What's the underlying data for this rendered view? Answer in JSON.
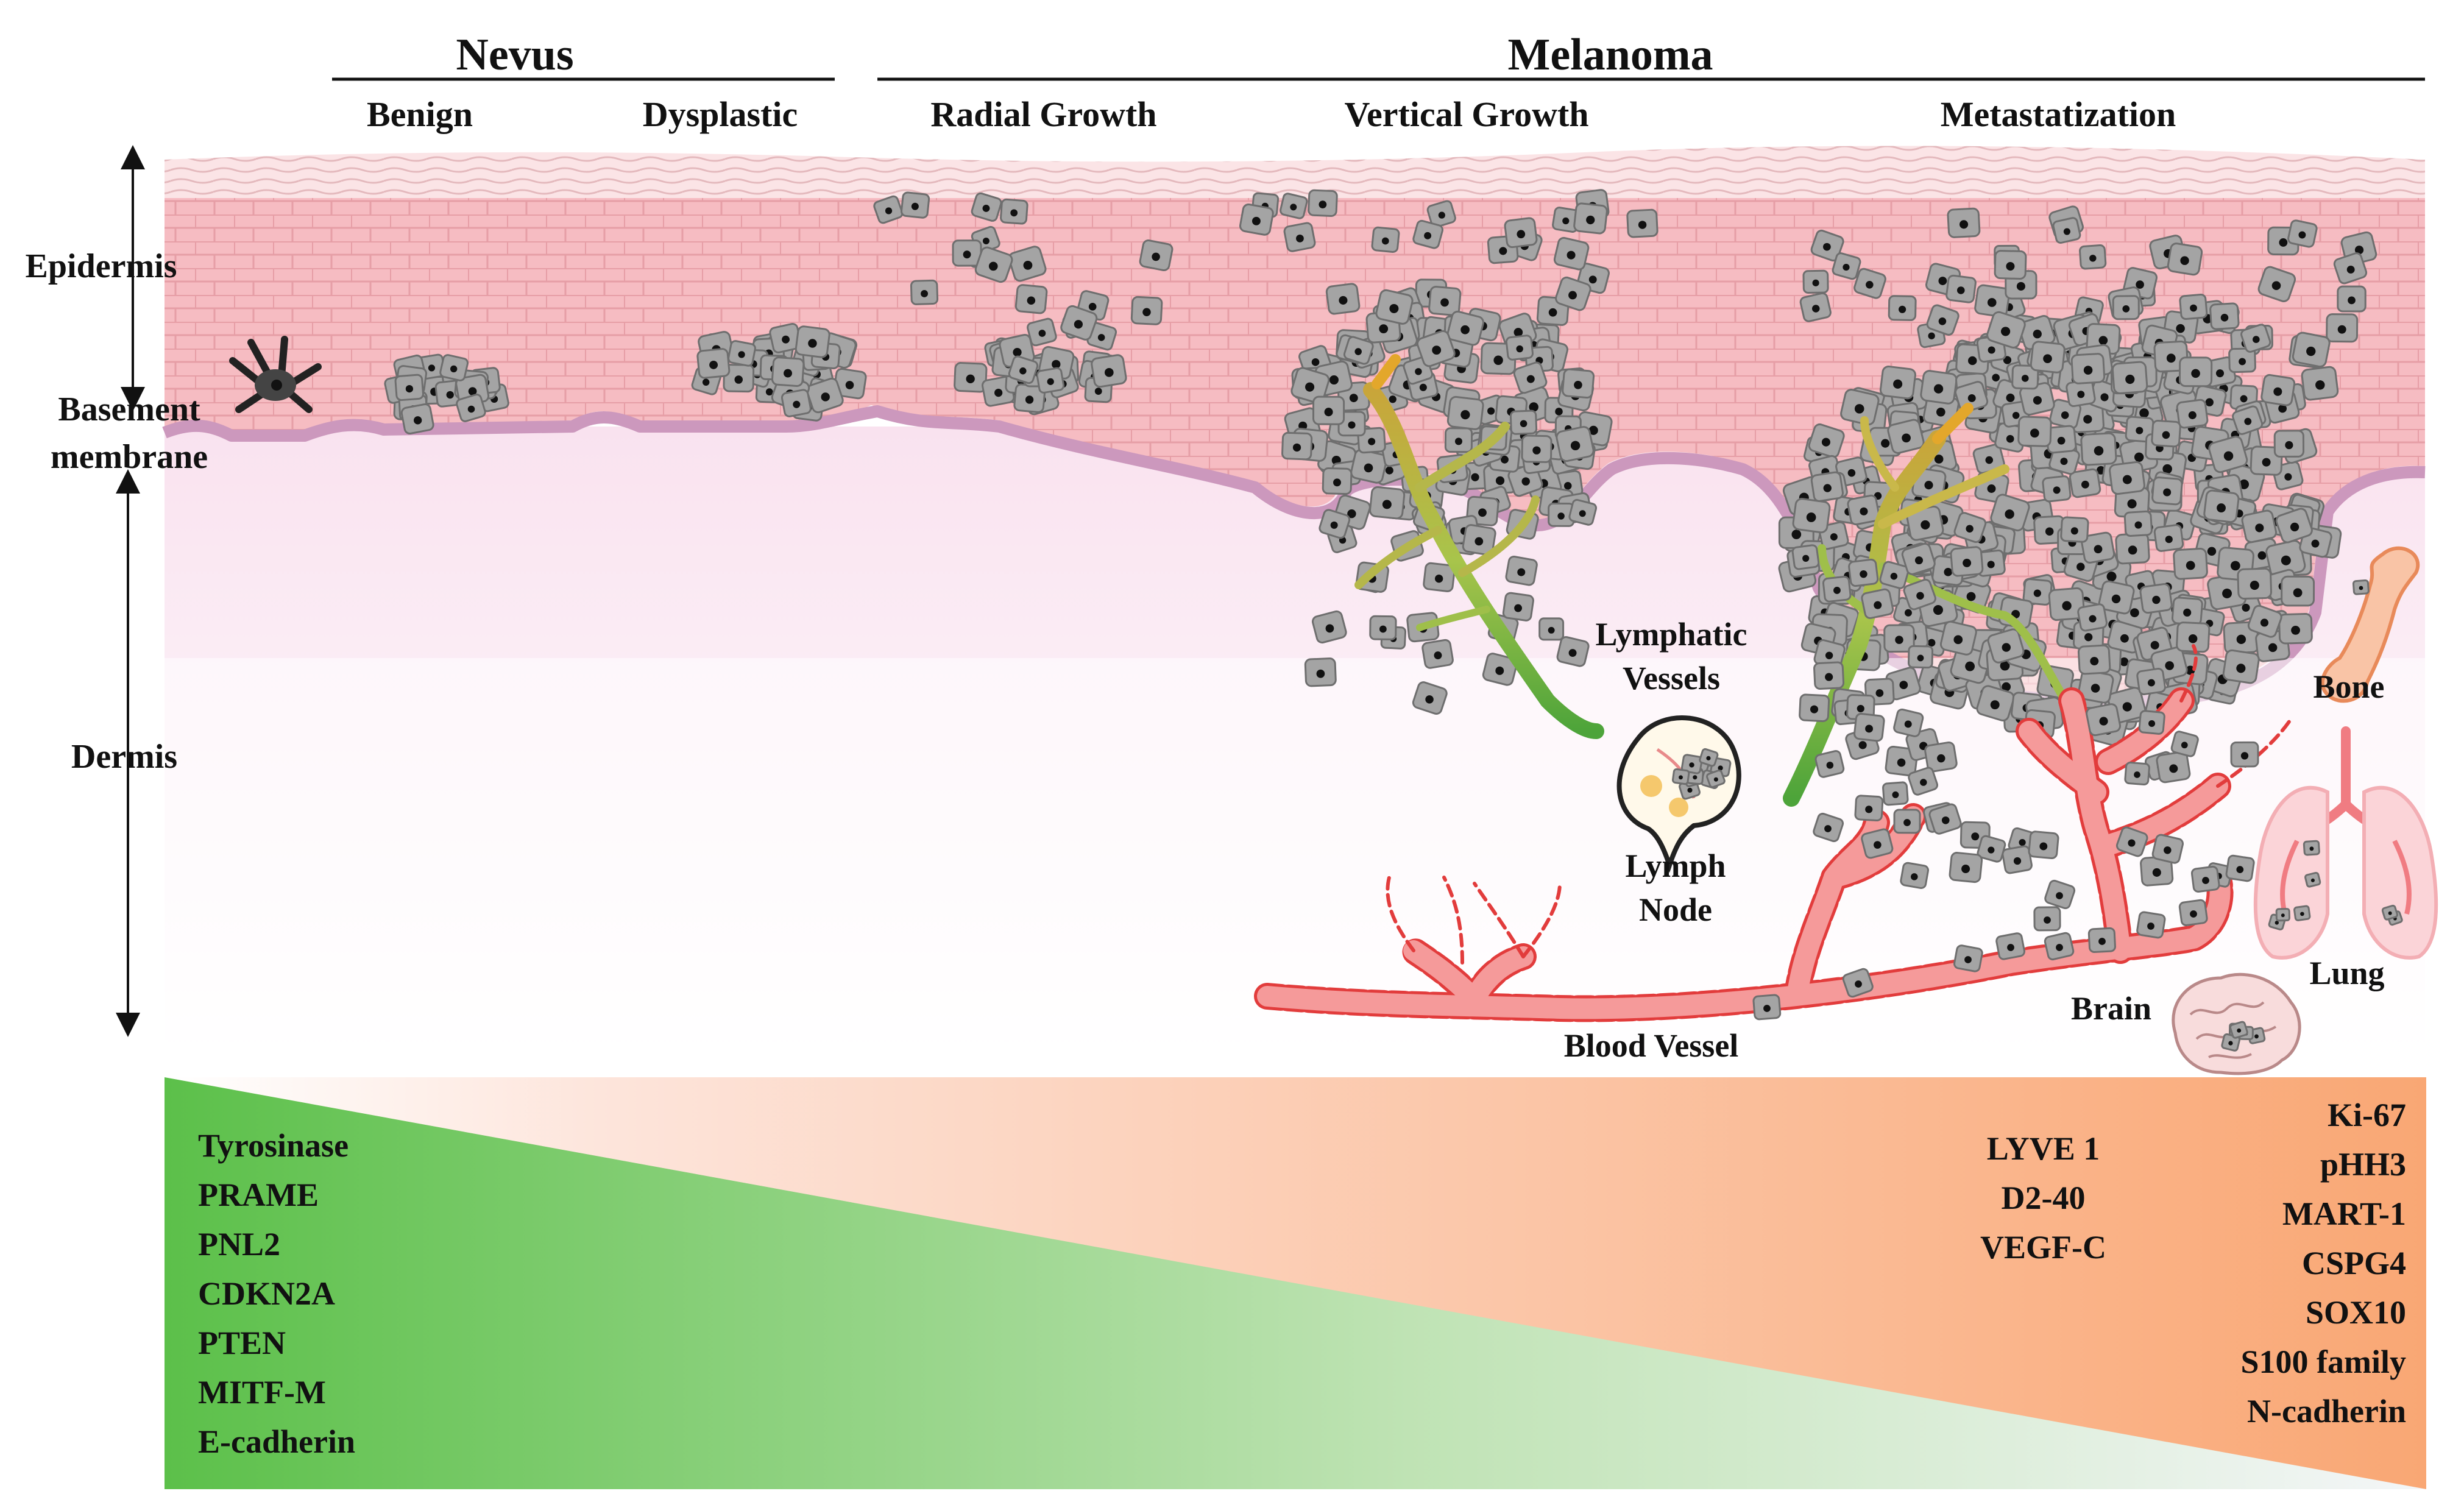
{
  "colors": {
    "epidermis": "#f6bcc2",
    "cell_line": "#d9858f",
    "basement": "#cc98bd",
    "dermis_top": "#f9e2ef",
    "tumor_cell": "#a4a4a4",
    "lymphatic": "#9fbf4a",
    "lymphatic_tip": "#4da43a",
    "blood_vessel": "#f59a9a",
    "blood_vessel_edge": "#e23c3c",
    "gradient_green": "#5cc04a",
    "gradient_orange": "#f9a774"
  },
  "header": {
    "nevus": "Nevus",
    "melanoma": "Melanoma"
  },
  "stages": {
    "benign": "Benign",
    "dysplastic": "Dysplastic",
    "radial": "Radial  Growth",
    "vertical": "Vertical  Growth",
    "metastatization": "Metastatization"
  },
  "layers": {
    "epidermis": "Epidermis",
    "basement_line1": "Basement",
    "basement_line2": "membrane",
    "dermis": "Dermis"
  },
  "structures": {
    "lymphatic_line1": "Lymphatic",
    "lymphatic_line2": "Vessels",
    "lymph_line1": "Lymph",
    "lymph_line2": "Node",
    "blood_vessel": "Blood Vessel",
    "bone": "Bone",
    "lung": "Lung",
    "brain": "Brain"
  },
  "markers": {
    "decreasing": [
      "Tyrosinase",
      "PRAME",
      "PNL2",
      "CDKN2A",
      "PTEN",
      "MITF-M",
      "E-cadherin"
    ],
    "lymphatic": [
      "LYVE 1",
      "D2-40",
      "VEGF-C"
    ],
    "increasing": [
      "Ki-67",
      "pHH3",
      "MART-1",
      "CSPG4",
      "SOX10",
      "S100 family",
      "N-cadherin"
    ]
  }
}
